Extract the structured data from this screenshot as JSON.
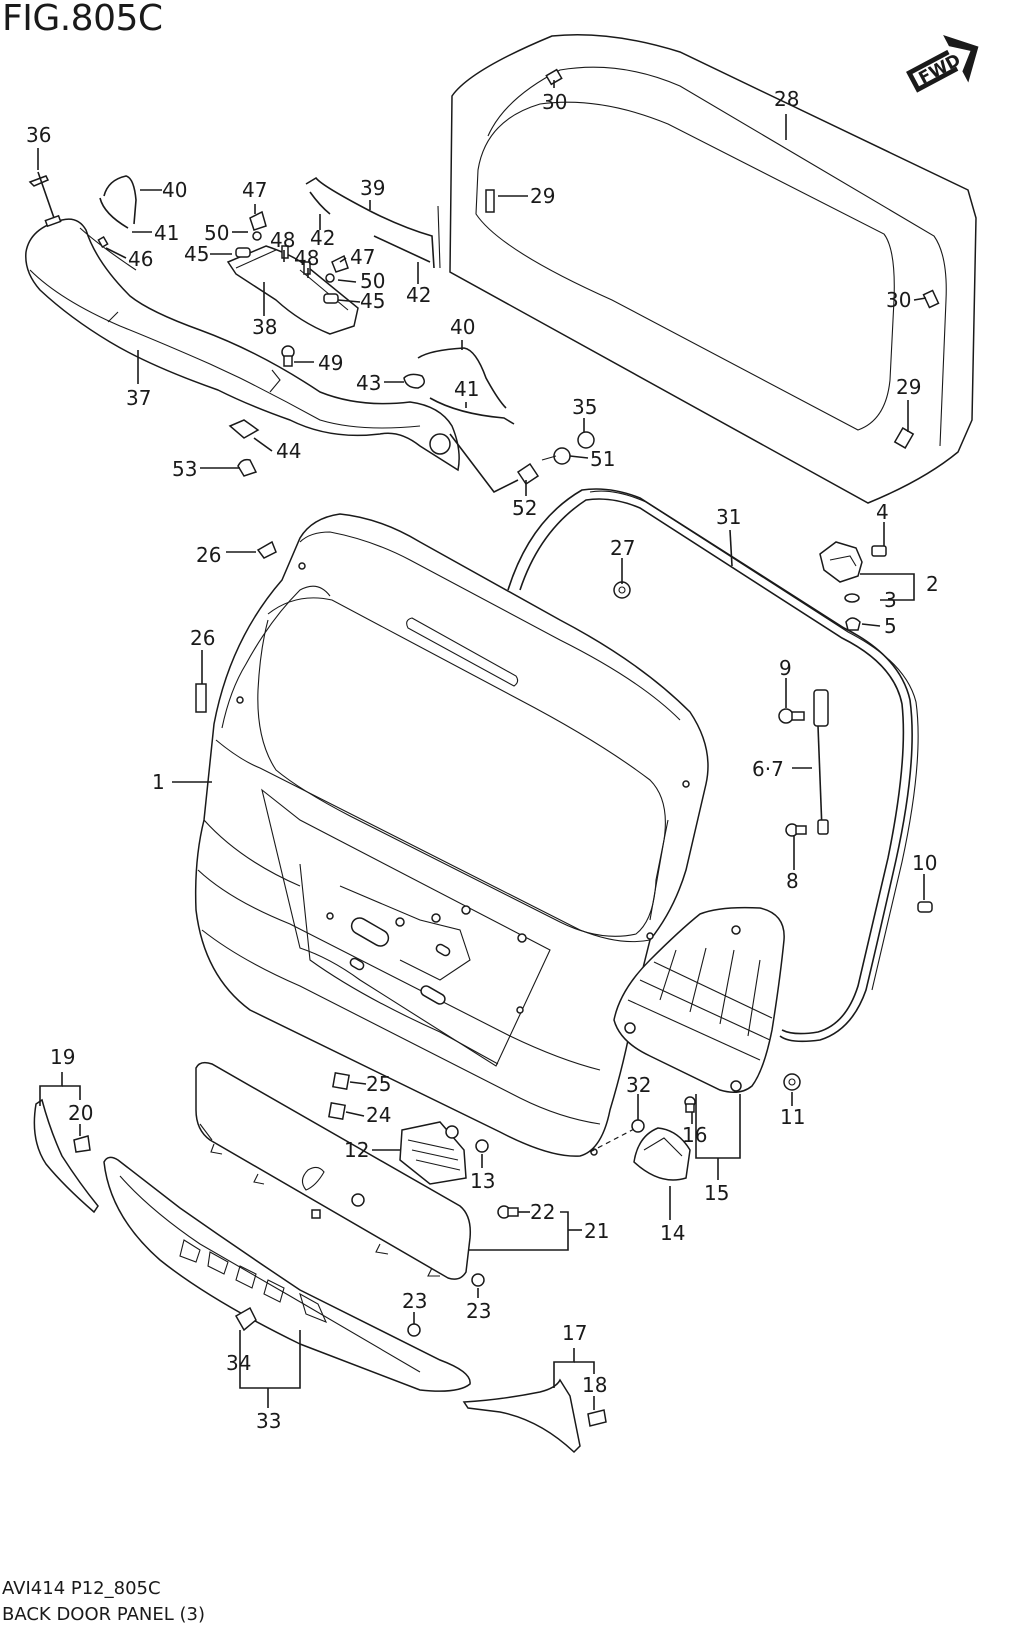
{
  "figure": {
    "title": "FIG.805C",
    "code": "AVI414 P12_805C",
    "name": "BACK DOOR PANEL (3)",
    "fwd_label": "FWD"
  },
  "callouts": [
    "1",
    "2",
    "3",
    "4",
    "5",
    "6·7",
    "8",
    "9",
    "10",
    "11",
    "12",
    "13",
    "14",
    "15",
    "16",
    "17",
    "18",
    "19",
    "20",
    "21",
    "22",
    "23",
    "23",
    "24",
    "25",
    "26",
    "26",
    "27",
    "28",
    "29",
    "29",
    "30",
    "30",
    "31",
    "32",
    "33",
    "34",
    "35",
    "36",
    "37",
    "38",
    "39",
    "40",
    "40",
    "41",
    "41",
    "42",
    "42",
    "43",
    "44",
    "45",
    "45",
    "46",
    "47",
    "47",
    "48",
    "48",
    "49",
    "50",
    "50",
    "51",
    "52",
    "53"
  ],
  "colors": {
    "ink": "#1a1a1a",
    "paper": "#ffffff"
  }
}
